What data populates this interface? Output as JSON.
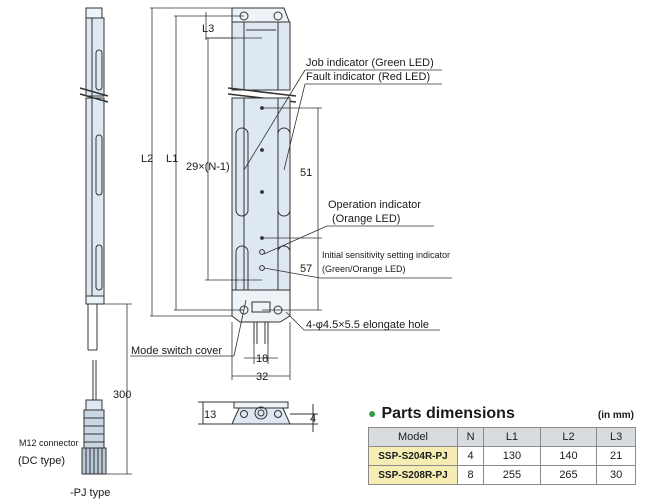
{
  "labels": {
    "job_indicator": "Job indicator (Green LED)",
    "fault_indicator": "Fault indicator (Red LED)",
    "operation_indicator_1": "Operation indicator",
    "operation_indicator_2": "(Orange LED)",
    "initial_sensitivity_1": "Initial sensitivity setting indicator",
    "initial_sensitivity_2": "(Green/Orange LED)",
    "elongate_hole": "4-φ4.5×5.5 elongate hole",
    "mode_switch_cover": "Mode switch cover",
    "m12_connector_1": "M12 connector",
    "m12_connector_2": "(DC type)",
    "pj_type": "-PJ type"
  },
  "dimensions": {
    "l3": "L3",
    "l2": "L2",
    "l1": "L1",
    "pitch": "29×(N-1)",
    "d51": "51",
    "d57": "57",
    "d18": "18",
    "d32": "32",
    "d300": "300",
    "d13": "13",
    "d4": "4"
  },
  "parts": {
    "title": "Parts dimensions",
    "unit": "(in mm)",
    "headers": [
      "Model",
      "N",
      "L1",
      "L2",
      "L3"
    ],
    "rows": [
      {
        "model": "SSP-S204R-PJ",
        "n": "4",
        "l1": "130",
        "l2": "140",
        "l3": "21"
      },
      {
        "model": "SSP-S208R-PJ",
        "n": "8",
        "l1": "255",
        "l2": "265",
        "l3": "30"
      }
    ]
  }
}
